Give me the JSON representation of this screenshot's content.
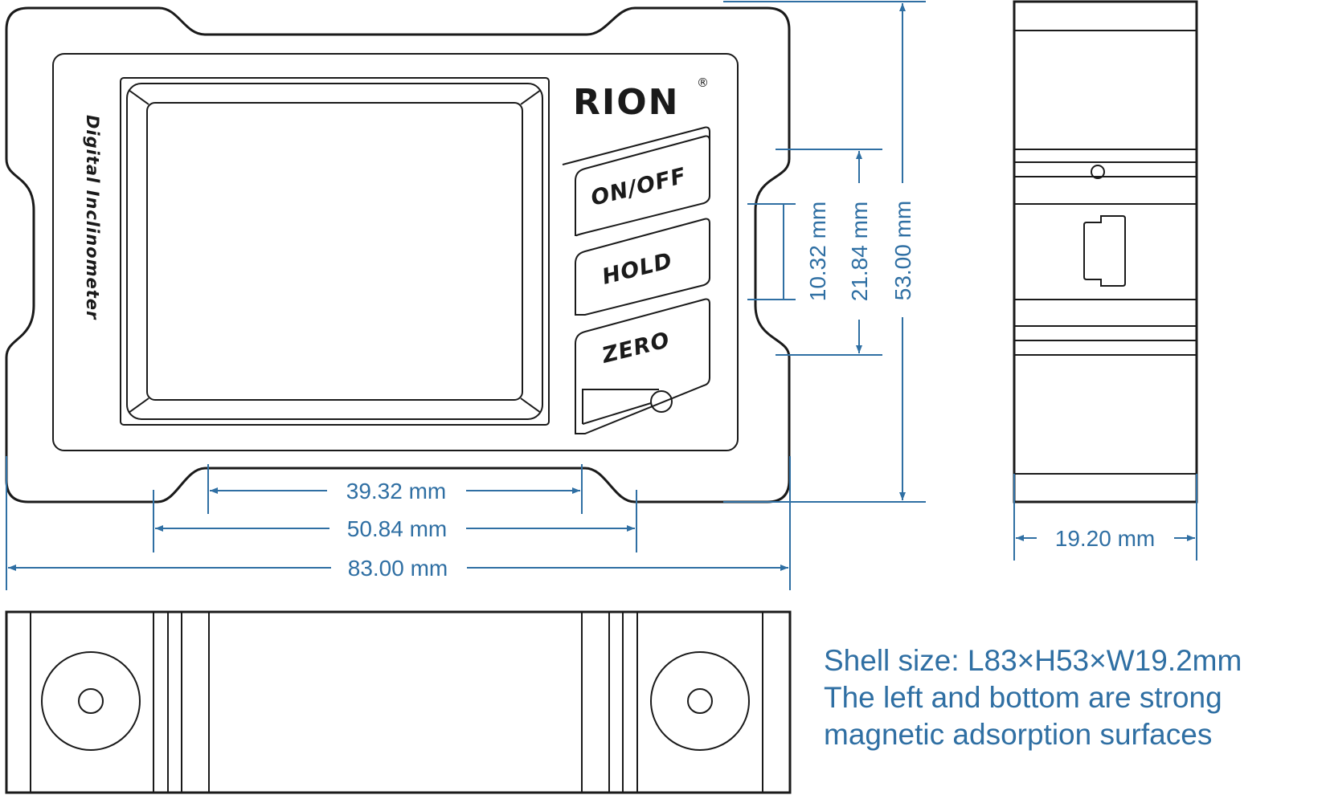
{
  "device": {
    "brand": "RION",
    "registered_mark": "®",
    "side_text": "Digital Inclinometer",
    "buttons": {
      "on_off": "ON/OFF",
      "hold": "HOLD",
      "zero": "ZERO"
    }
  },
  "dimensions": {
    "length": "83.00 mm",
    "mount_outer": "50.84 mm",
    "mount_inner": "39.32 mm",
    "height": "53.00 mm",
    "notch_outer": "21.84 mm",
    "notch_inner": "10.32 mm",
    "width": "19.20 mm"
  },
  "notes": {
    "line1": "Shell size: L83×H53×W19.2mm",
    "line2": "The left and bottom are strong",
    "line3": "magnetic adsorption surfaces"
  },
  "colors": {
    "outline": "#1a1a1a",
    "dimension": "#2f6fa3",
    "background": "#ffffff"
  },
  "icons": [
    "power-indicator-led",
    "magnet-mount-circle",
    "usb-port"
  ]
}
